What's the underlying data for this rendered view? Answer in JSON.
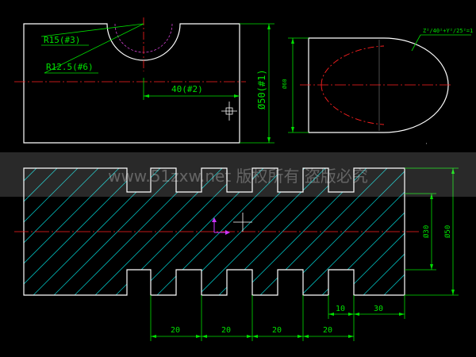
{
  "drawing": {
    "background_color": "#000000",
    "outline_color": "#ffffff",
    "dimension_color": "#00e000",
    "centerline_color": "#ff2020",
    "hatch_color": "#00b4b4",
    "ucs_color": "#cc33ff",
    "top_view": {
      "radius_3": "R15(#3)",
      "radius_6": "R12.5(#6)",
      "length_2": "40(#2)",
      "diameter_1": "Ø50(#1)"
    },
    "side_view": {
      "diameter": "Ø60",
      "curve_label": "Z²/40²+Y²/25²=1"
    },
    "section_view": {
      "inner_diameter": "Ø30",
      "outer_diameter": "Ø50",
      "slot_width": "10",
      "end_length": "30",
      "spacings": [
        "20",
        "20",
        "20",
        "20"
      ]
    }
  },
  "watermark": {
    "text": "www.51zxw.net 版权所有 盗版必究"
  }
}
